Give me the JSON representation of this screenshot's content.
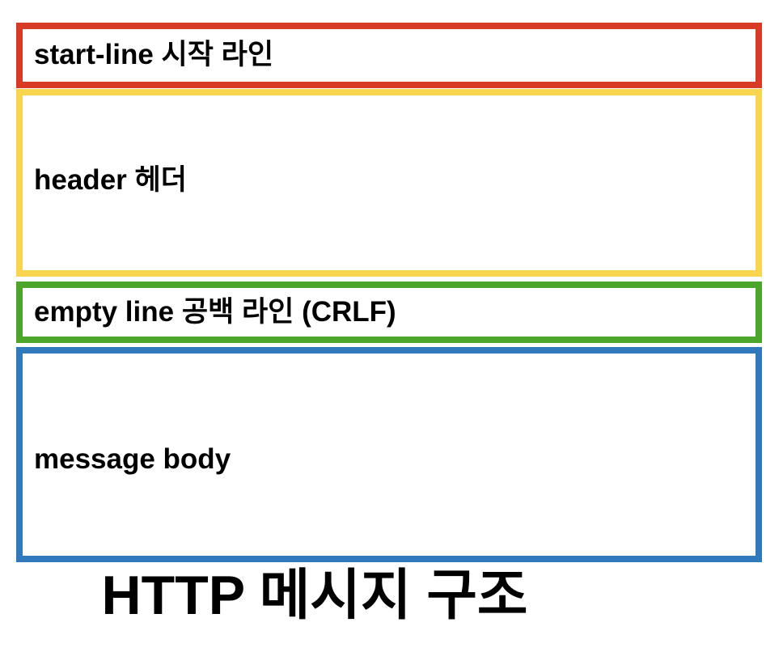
{
  "diagram": {
    "caption": "HTTP 메시지 구조",
    "background_color": "#ffffff",
    "text_color": "#000000",
    "boxes": [
      {
        "id": "start-line",
        "label": "start-line 시작 라인",
        "border_color": "#d93a26",
        "fill_color": "#ffffff"
      },
      {
        "id": "header",
        "label": "header 헤더",
        "border_color": "#f9d44f",
        "fill_color": "#ffffff"
      },
      {
        "id": "empty-line",
        "label": "empty line 공백 라인 (CRLF)",
        "border_color": "#4ba62b",
        "fill_color": "#ffffff"
      },
      {
        "id": "message-body",
        "label": "message body",
        "border_color": "#3179bd",
        "fill_color": "#ffffff"
      }
    ]
  }
}
